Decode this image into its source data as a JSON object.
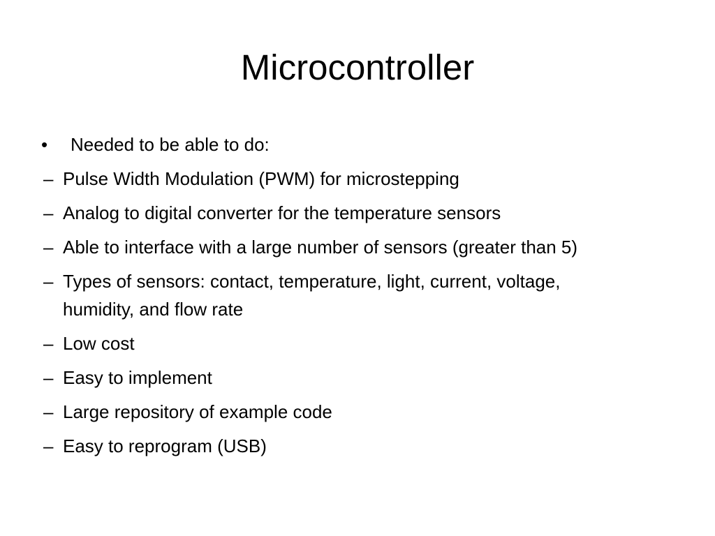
{
  "slide": {
    "title": "Microcontroller",
    "bullets": [
      {
        "text": "Needed to be able to do:",
        "marker": "•"
      }
    ],
    "sub_marker": "–",
    "sub_items": [
      "Pulse Width Modulation (PWM) for microstepping",
      "Analog to digital converter for the temperature sensors",
      "Able to interface with a large number of sensors (greater than 5)",
      "Types of sensors: contact, temperature, light, current, voltage, humidity, and flow rate",
      "Low cost",
      "Easy to implement",
      "Large repository of example code",
      "Easy to reprogram (USB)"
    ]
  }
}
